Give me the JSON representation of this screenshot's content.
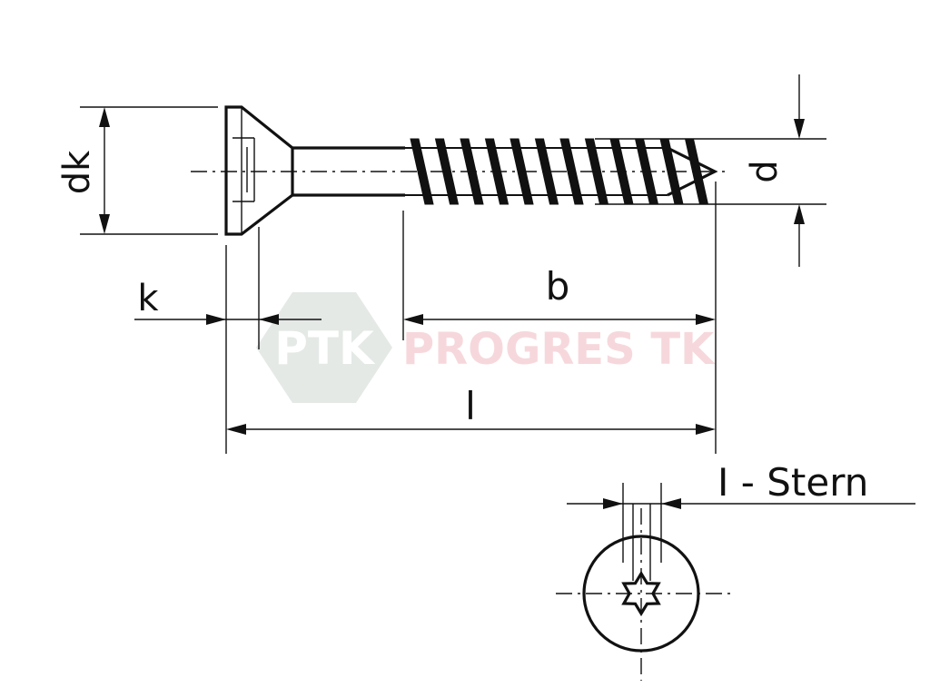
{
  "labels": {
    "dk": "dk",
    "d": "d",
    "k": "k",
    "b": "b",
    "l": "l",
    "drive": "I - Stern"
  },
  "watermark": {
    "short": "PTK",
    "brand": "PROGRES TK"
  },
  "colors": {
    "line": "#111111",
    "watermark_hex": "#e4e9e6",
    "watermark_text": "#f6d8dc"
  }
}
